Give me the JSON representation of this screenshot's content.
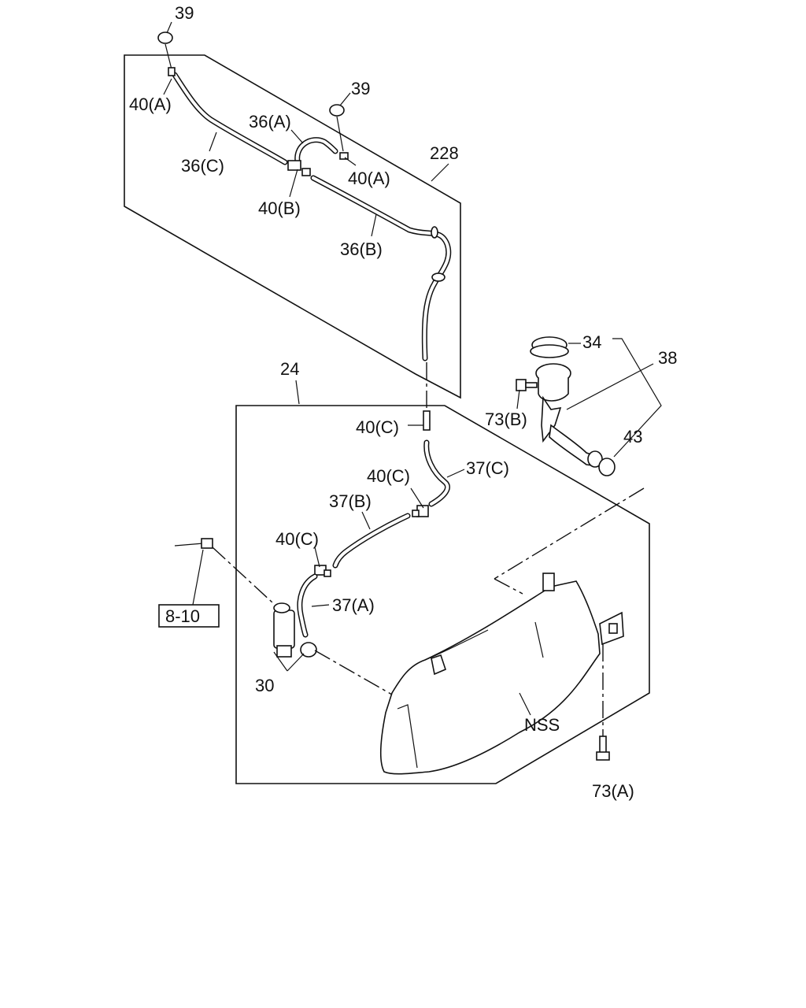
{
  "labels": {
    "l39a": "39",
    "l39b": "39",
    "l40a_1": "40(A)",
    "l40a_2": "40(A)",
    "l36a": "36(A)",
    "l36c": "36(C)",
    "l36b": "36(B)",
    "l40b": "40(B)",
    "l228": "228",
    "l24": "24",
    "l34": "34",
    "l38": "38",
    "l73b": "73(B)",
    "l43": "43",
    "l40c_1": "40(C)",
    "l40c_2": "40(C)",
    "l40c_3": "40(C)",
    "l37c": "37(C)",
    "l37b": "37(B)",
    "l37a": "37(A)",
    "l810": "8-10",
    "l30": "30",
    "lnss": "NSS",
    "l73a": "73(A)"
  }
}
